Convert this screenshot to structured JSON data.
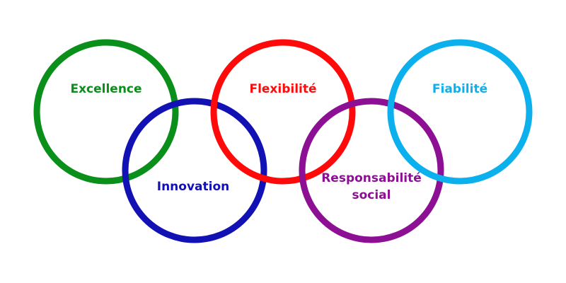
{
  "rings": [
    {
      "id": "excellence",
      "lines": [
        "Excellence"
      ],
      "color": "#0a8f1a"
    },
    {
      "id": "innovation",
      "lines": [
        "Innovation"
      ],
      "color": "#1212b4"
    },
    {
      "id": "flexibilite",
      "lines": [
        "Flexibilité"
      ],
      "color": "#ff0a0a"
    },
    {
      "id": "responsabilite",
      "lines": [
        "Responsabilité",
        "social"
      ],
      "color": "#8c0f94"
    },
    {
      "id": "fiabilite",
      "lines": [
        "Fiabilité"
      ],
      "color": "#0cb0ec"
    }
  ]
}
